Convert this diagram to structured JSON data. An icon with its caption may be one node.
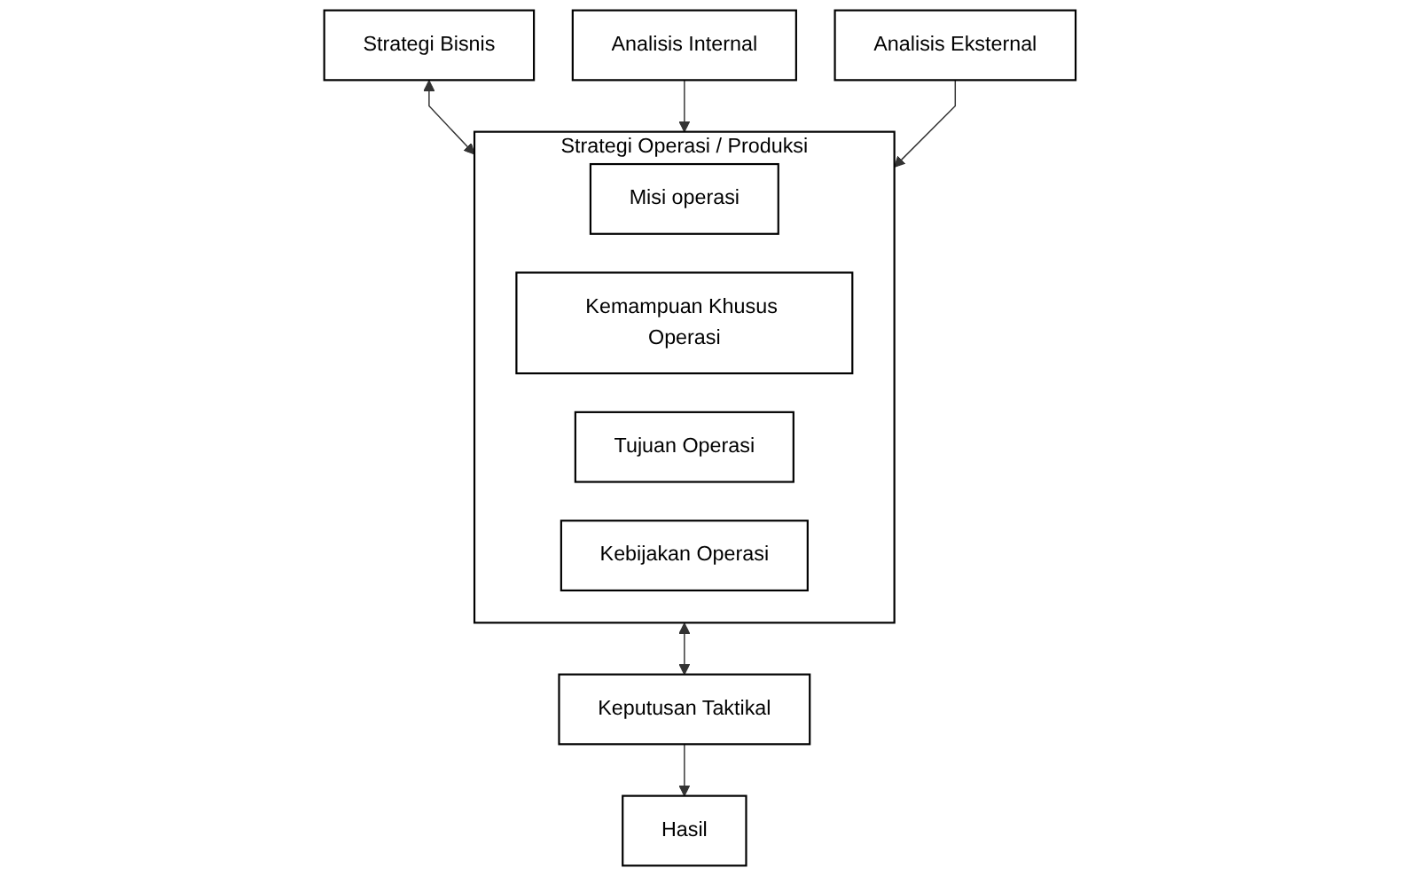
{
  "diagram": {
    "nodes": [
      {
        "text": [
          "Strategi Bisnis"
        ]
      },
      {
        "text": [
          "Strategi Operasi / Produksi"
        ]
      },
      {
        "text": [
          "Misi operasi"
        ],
        "in": 1
      },
      {
        "text": [
          "Kemampuan Khusus Operasi"
        ],
        "in": 1
      },
      {
        "text": [
          "Tujuan Operasi"
        ],
        "in": 1
      },
      {
        "text": [
          "Kebijakan Operasi"
        ],
        "in": 1
      },
      {
        "text": [
          "Analisis Internal"
        ]
      },
      {
        "text": [
          "Analisis Eksternal"
        ]
      },
      {
        "text": [
          "Keputusan Taktikal"
        ]
      },
      {
        "text": [
          "Hasil"
        ]
      }
    ],
    "edges": [
      {
        "from": 0,
        "to": 1,
        "arrow": "both"
      },
      {
        "from": 6,
        "to": 1,
        "arrow": "to"
      },
      {
        "from": 7,
        "to": 1,
        "arrow": "to"
      },
      {
        "from": 1,
        "to": 8,
        "arrow": "both"
      },
      {
        "from": 8,
        "to": 9,
        "arrow": "to"
      }
    ]
  }
}
